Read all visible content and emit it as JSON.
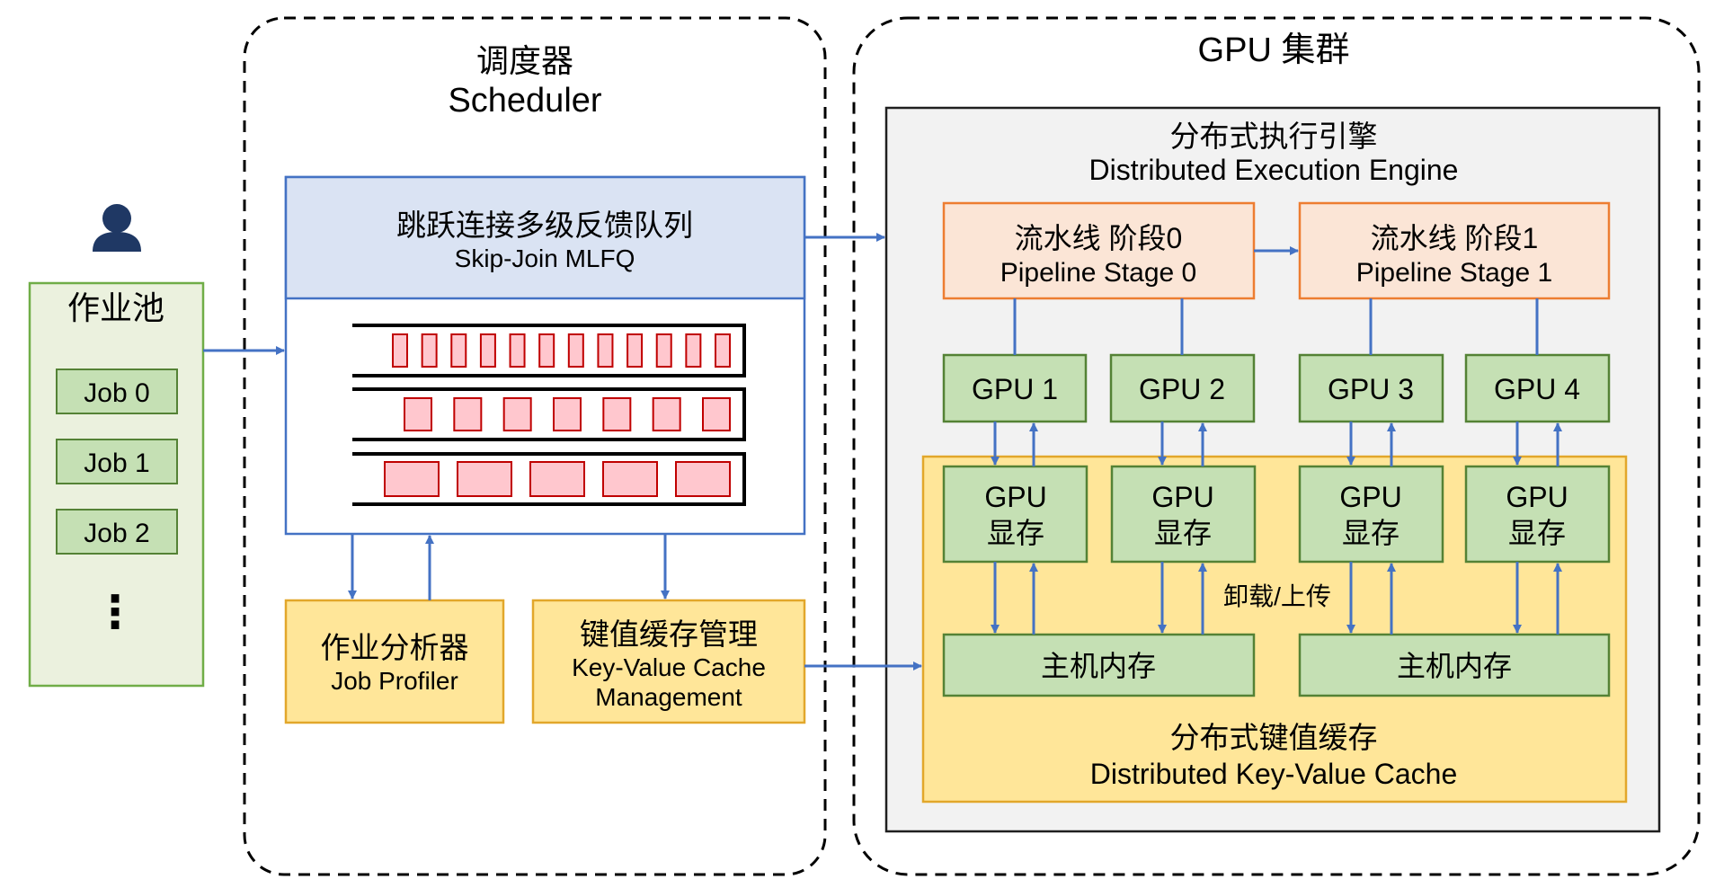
{
  "job_pool": {
    "title": "作业池",
    "jobs": [
      "Job 0",
      "Job 1",
      "Job 2"
    ],
    "more": "⋮"
  },
  "scheduler": {
    "title_cn": "调度器",
    "title_en": "Scheduler",
    "mlfq": {
      "title_cn": "跳跃连接多级反馈队列",
      "title_en": "Skip-Join MLFQ",
      "queue_item_counts": [
        12,
        7,
        5
      ]
    },
    "job_profiler": {
      "title_cn": "作业分析器",
      "title_en": "Job Profiler"
    },
    "kv_management": {
      "title_cn": "键值缓存管理",
      "title_en_1": "Key-Value Cache",
      "title_en_2": "Management"
    }
  },
  "cluster": {
    "title": "GPU 集群",
    "engine": {
      "title_cn": "分布式执行引擎",
      "title_en": "Distributed Execution Engine",
      "stages": [
        {
          "title_cn": "流水线 阶段0",
          "title_en": "Pipeline Stage 0"
        },
        {
          "title_cn": "流水线 阶段1",
          "title_en": "Pipeline Stage 1"
        }
      ],
      "gpus": [
        "GPU 1",
        "GPU 2",
        "GPU 3",
        "GPU 4"
      ],
      "gpu_memory_line1": "GPU",
      "gpu_memory_line2": "显存",
      "offload_label": "卸载/上传",
      "host_memory": [
        "主机内存",
        "主机内存"
      ],
      "kv_cache": {
        "title_cn": "分布式键值缓存",
        "title_en": "Distributed Key-Value Cache"
      }
    }
  },
  "colors": {
    "arrow": "#4472c4",
    "green_fill": "#c5e0b4",
    "green_border": "#548235",
    "orange_fill": "#fbe5d6",
    "orange_border": "#ed7d31",
    "yellow_fill": "#ffe699",
    "yellow_border": "#e2a72b",
    "blue_fill": "#dae3f3",
    "queue_item_fill": "#ffc7ce",
    "queue_item_border": "#c00000",
    "engine_fill": "#f2f2f2"
  },
  "icons": {
    "user": "user-icon"
  }
}
